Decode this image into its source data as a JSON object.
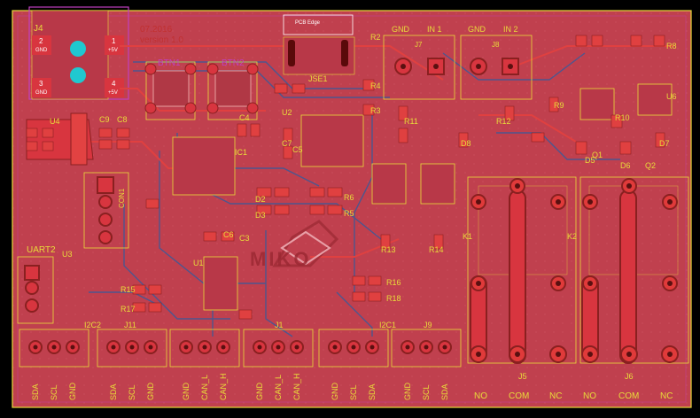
{
  "colors": {
    "background": "#000000",
    "board": "#c0404e",
    "copper": "#d8353f",
    "copper_dark": "#9a2832",
    "trace_blue": "#3a5a9a",
    "silk_yellow": "#e8dc3a",
    "silk_magenta": "#c040c0",
    "pad": "#e23a3a",
    "hole": "#5a1010",
    "cyan": "#20c8d0"
  },
  "header": {
    "date": "07.2016",
    "version": "version 1.0",
    "pcb_edge": "PCB Edge"
  },
  "connectors": {
    "j4": "J4",
    "pwr_a_pin": "2",
    "pwr_a_left": "GND",
    "pwr_a_right": "+5V",
    "pwr_b_pin": "3",
    "pwr_b_left": "GND",
    "pwr_b_right": "+5V",
    "pin_1": "1",
    "pin_4": "4",
    "in1_gnd": "GND",
    "in1_label": "IN 1",
    "in2_gnd": "GND",
    "in2_label": "IN 2",
    "j7": "J7",
    "j8": "J8",
    "jse1": "JSE1",
    "uart2": "UART2",
    "con1": "CON1",
    "u3": "U3"
  },
  "buttons": {
    "btn1": "BTN1",
    "btn2": "BTN2"
  },
  "refs": [
    "U4",
    "C9",
    "C8",
    "C4",
    "C5",
    "C7",
    "U2",
    "U1",
    "IC1",
    "C6",
    "R4",
    "R6",
    "R3",
    "R5",
    "R9",
    "R11",
    "R12",
    "R13",
    "R14",
    "R15",
    "R16",
    "R17",
    "R18",
    "R10",
    "Q1",
    "Q2",
    "U6",
    "R8",
    "D2",
    "D3",
    "D5",
    "D6",
    "D7",
    "K1",
    "K2",
    "C3",
    "R2",
    "D8"
  ],
  "bottom_connectors": {
    "group_1": [
      "SDA",
      "SCL",
      "GND"
    ],
    "group_2": [
      "SDA",
      "SCL",
      "GND"
    ],
    "group_3": [
      "GND",
      "CAN_L",
      "CAN_H"
    ],
    "group_4": [
      "GND",
      "CAN_L",
      "CAN_H"
    ],
    "group_5": [
      "GND",
      "SCL",
      "SDA"
    ],
    "group_6": [
      "GND",
      "SCL",
      "SDA"
    ],
    "i2c2": "I2C2",
    "i2c1": "I2C1",
    "j11": "J11",
    "j1": "J1",
    "j9": "J9"
  },
  "relay_labels": {
    "j5": "J5",
    "j6": "J6",
    "no_1": "NO",
    "com_1": "COM",
    "nc_1": "NC",
    "no_2": "NO",
    "com_2": "COM",
    "nc_2": "NC"
  },
  "logo": "MIKO"
}
